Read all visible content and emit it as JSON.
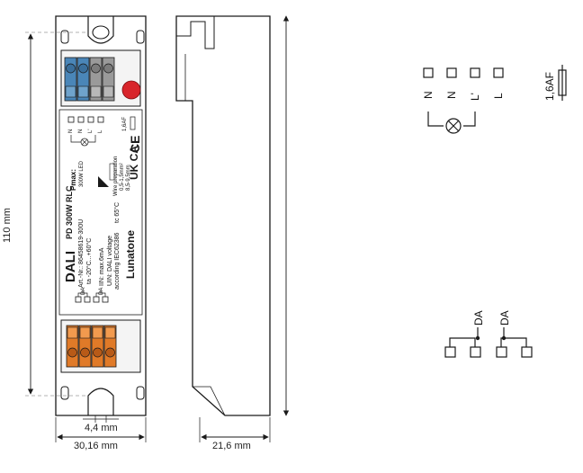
{
  "dimensions": {
    "height": "110 mm",
    "width_front": "30,16 mm",
    "hole_width": "4,4 mm",
    "width_side": "21,6 mm"
  },
  "device": {
    "brand": "DALI",
    "model": "PD 300W RLC",
    "article": "Art.-Nr.: 86458619-300U",
    "temp_range": "ta -20°C...+60°C",
    "tc": "tc 65°C",
    "in_current": "IIN: max.6mA",
    "un_voltage": "UIN: DALI voltage",
    "standard": "according IEC62386",
    "manufacturer": "Lunatone",
    "pmax_label": "Pmax:",
    "pmax_value": "300W LED",
    "wire_prep": "Wire preparation",
    "wire_cross": "0,5-1,5mm²",
    "wire_strip": "8,5-9,5mm",
    "fuse_small": "1,6AF",
    "terminal_labels": [
      "N",
      "N",
      "L'",
      "L"
    ],
    "da_labels": [
      "DA",
      "DA"
    ],
    "marks": [
      "UK CA",
      "CE"
    ]
  },
  "schematic_top": {
    "terminals": [
      "N",
      "N",
      "L'",
      "L"
    ],
    "fuse": "1,6AF"
  },
  "schematic_bottom": {
    "labels": [
      "DA",
      "DA"
    ]
  },
  "colors": {
    "line": "#1a1a1a",
    "terminal_blue": "#4a86b8",
    "terminal_grey": "#9a9a9a",
    "terminal_orange": "#e07a28",
    "button_red": "#d8252b",
    "dashed": "#9a9a9a"
  }
}
